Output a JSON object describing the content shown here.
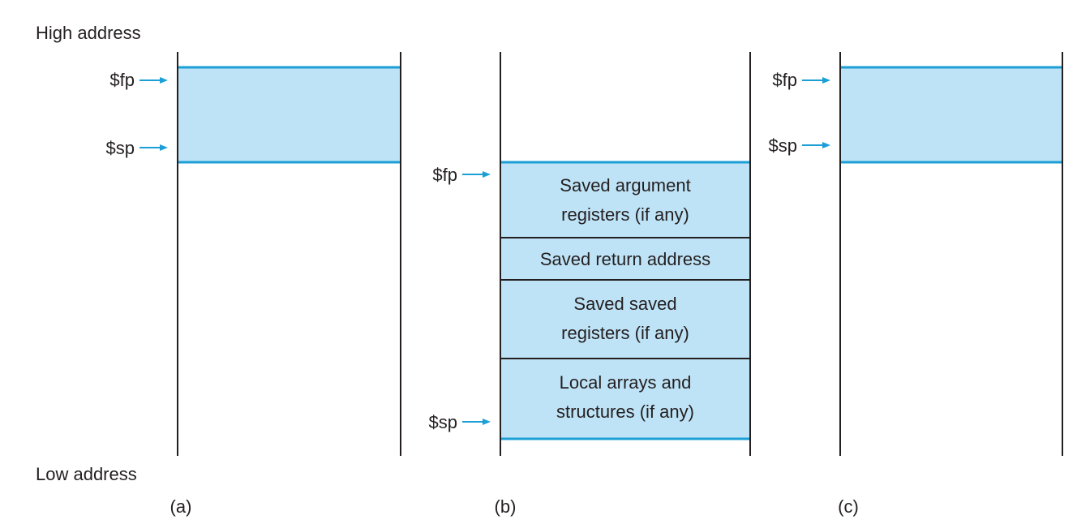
{
  "labels": {
    "high_address": "High address",
    "low_address": "Low address"
  },
  "registers": {
    "fp": "$fp",
    "sp": "$sp"
  },
  "panels": [
    {
      "caption": "(a)"
    },
    {
      "caption": "(b)",
      "cells": [
        {
          "lines": [
            "Saved argument",
            "registers (if any)"
          ]
        },
        {
          "lines": [
            "Saved return address"
          ]
        },
        {
          "lines": [
            "Saved saved",
            "registers (if any)"
          ]
        },
        {
          "lines": [
            "Local arrays and",
            "structures (if any)"
          ]
        }
      ]
    },
    {
      "caption": "(c)"
    }
  ],
  "colors": {
    "frame_fill": "#bfe3f6",
    "frame_edge": "#1c9fd6",
    "arrow": "#1c9fd6",
    "line": "#231f20"
  }
}
